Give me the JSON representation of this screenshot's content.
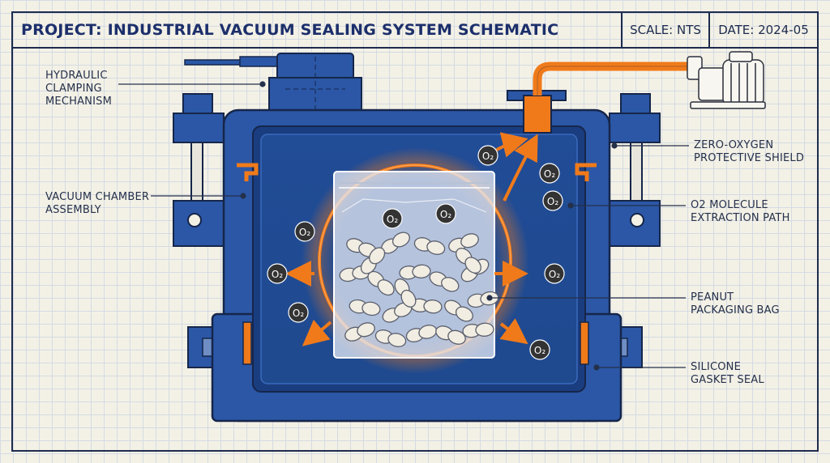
{
  "header": {
    "title": "PROJECT: INDUSTRIAL VACUUM SEALING SYSTEM SCHEMATIC",
    "scale": "SCALE: NTS",
    "date": "DATE: 2024-05"
  },
  "labels": {
    "hydraulic": "HYDRAULIC\nCLAMPING\nMECHANISM",
    "vacuum_chamber": "VACUUM CHAMBER\nASSEMBLY",
    "shield": "ZERO-OXYGEN\nPROTECTIVE SHIELD",
    "extraction": "O2 MOLECULE\nEXTRACTION PATH",
    "bag": "PEANUT\nPACKAGING BAG",
    "gasket": "SILICONE\nGASKET SEAL"
  },
  "molecule_label": "O₂",
  "colors": {
    "chamber": "#2b57a6",
    "chamber_dark": "#1b3a7a",
    "outline": "#16264a",
    "accent_orange": "#f07a1a",
    "molecule": "#333333",
    "ink": "#25304a"
  }
}
